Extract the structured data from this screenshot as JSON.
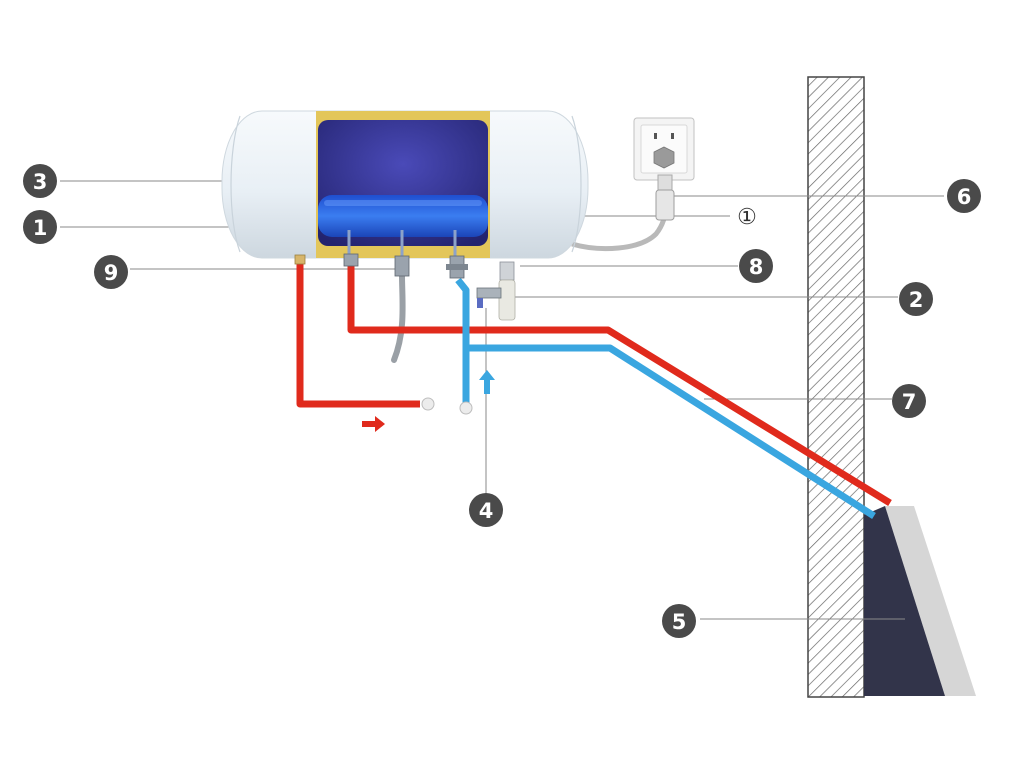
{
  "callouts": [
    {
      "id": "c3",
      "label": "3"
    },
    {
      "id": "c1",
      "label": "1"
    },
    {
      "id": "c9",
      "label": "9"
    },
    {
      "id": "c6",
      "label": "6"
    },
    {
      "id": "cc1",
      "label": "①"
    },
    {
      "id": "c8",
      "label": "8"
    },
    {
      "id": "c2",
      "label": "2"
    },
    {
      "id": "c7",
      "label": "7"
    },
    {
      "id": "c4",
      "label": "4"
    },
    {
      "id": "c5",
      "label": "5"
    }
  ],
  "colors": {
    "hot_pipe": "#e02a1c",
    "cold_pipe": "#3aa6e0",
    "tank_shell": "#eef3f7",
    "tank_core": "#2f2f8c",
    "heater_element": "#2b67e0",
    "tank_band": "#e3c65a",
    "callout_fill": "#4a4a4a",
    "wall_hatch": "#666666",
    "heater_unit": "#32344a",
    "heater_bezel": "#d6d6d6"
  },
  "icons": [
    "power-socket-icon",
    "flow-arrow-right-icon",
    "flow-arrow-up-icon"
  ]
}
